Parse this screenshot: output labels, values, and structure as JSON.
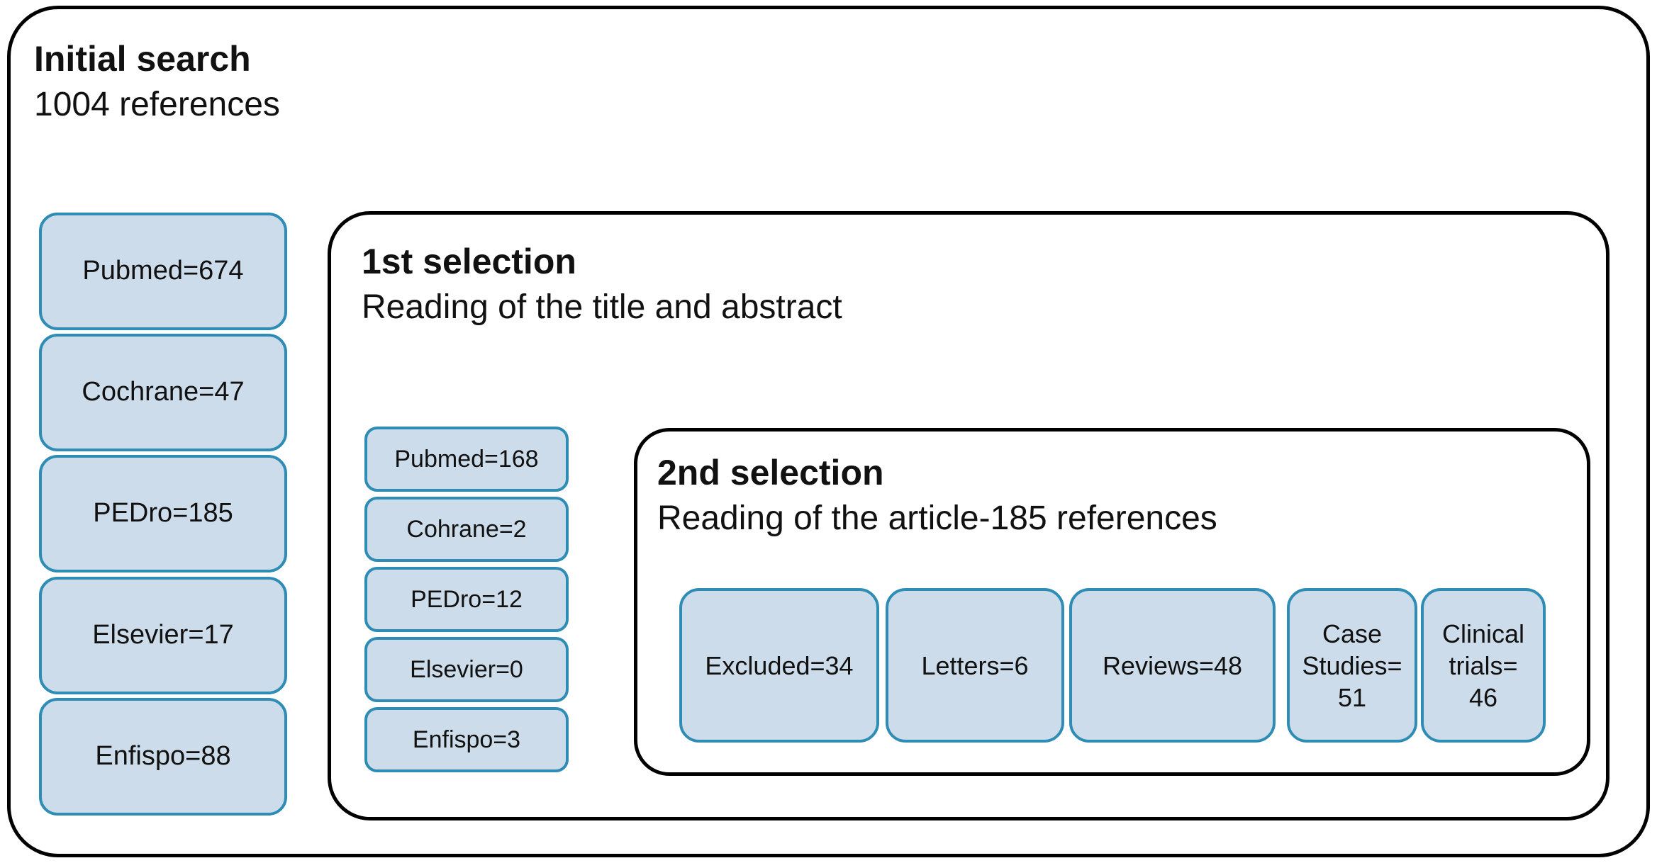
{
  "colors": {
    "background": "#ffffff",
    "box_fill": "#cddcea",
    "box_border": "#2e8cb5",
    "container_border": "#000000",
    "text": "#111111"
  },
  "initial_search": {
    "title": "Initial search",
    "subtitle": "1004 references",
    "sources": [
      {
        "label": "Pubmed=674"
      },
      {
        "label": "Cochrane=47"
      },
      {
        "label": "PEDro=185"
      },
      {
        "label": "Elsevier=17"
      },
      {
        "label": "Enfispo=88"
      }
    ]
  },
  "first_selection": {
    "title": "1st selection",
    "subtitle": "Reading of the title and abstract",
    "sources": [
      {
        "label": "Pubmed=168"
      },
      {
        "label": "Cohrane=2"
      },
      {
        "label": "PEDro=12"
      },
      {
        "label": "Elsevier=0"
      },
      {
        "label": "Enfispo=3"
      }
    ]
  },
  "second_selection": {
    "title": "2nd selection",
    "subtitle": "Reading of the article-185 references",
    "outcomes": [
      {
        "label": "Excluded=34"
      },
      {
        "label": "Letters=6"
      },
      {
        "label": "Reviews=48"
      },
      {
        "label": "Case Studies=\n51"
      },
      {
        "label": "Clinical trials=\n46"
      }
    ]
  }
}
